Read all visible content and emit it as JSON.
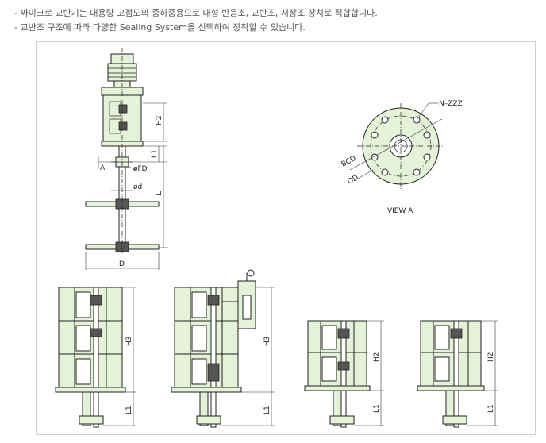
{
  "notes": [
    "- 싸이크로 교반기는 대용량 고점도의 중하중용으로 대형 반응조, 교반조, 저장조 장치로 적합합니다.",
    "- 교반조 구조에 따라 다양한 Sealing System을 선택하여 장착할 수 있습니다."
  ],
  "labels": {
    "h2": "H2",
    "l1": "L1",
    "a": "A",
    "fd": "øFD",
    "d_small": "ød",
    "l": "L",
    "d": "D",
    "nz": "N–ZZZ",
    "bcd": "BCD",
    "od": "OD",
    "view": "VIEW A",
    "h3": "H3"
  },
  "colors": {
    "part_fill": "#e4f2d8",
    "line": "#222222",
    "note_text": "#555555",
    "frame_border": "#cfcfcf"
  }
}
